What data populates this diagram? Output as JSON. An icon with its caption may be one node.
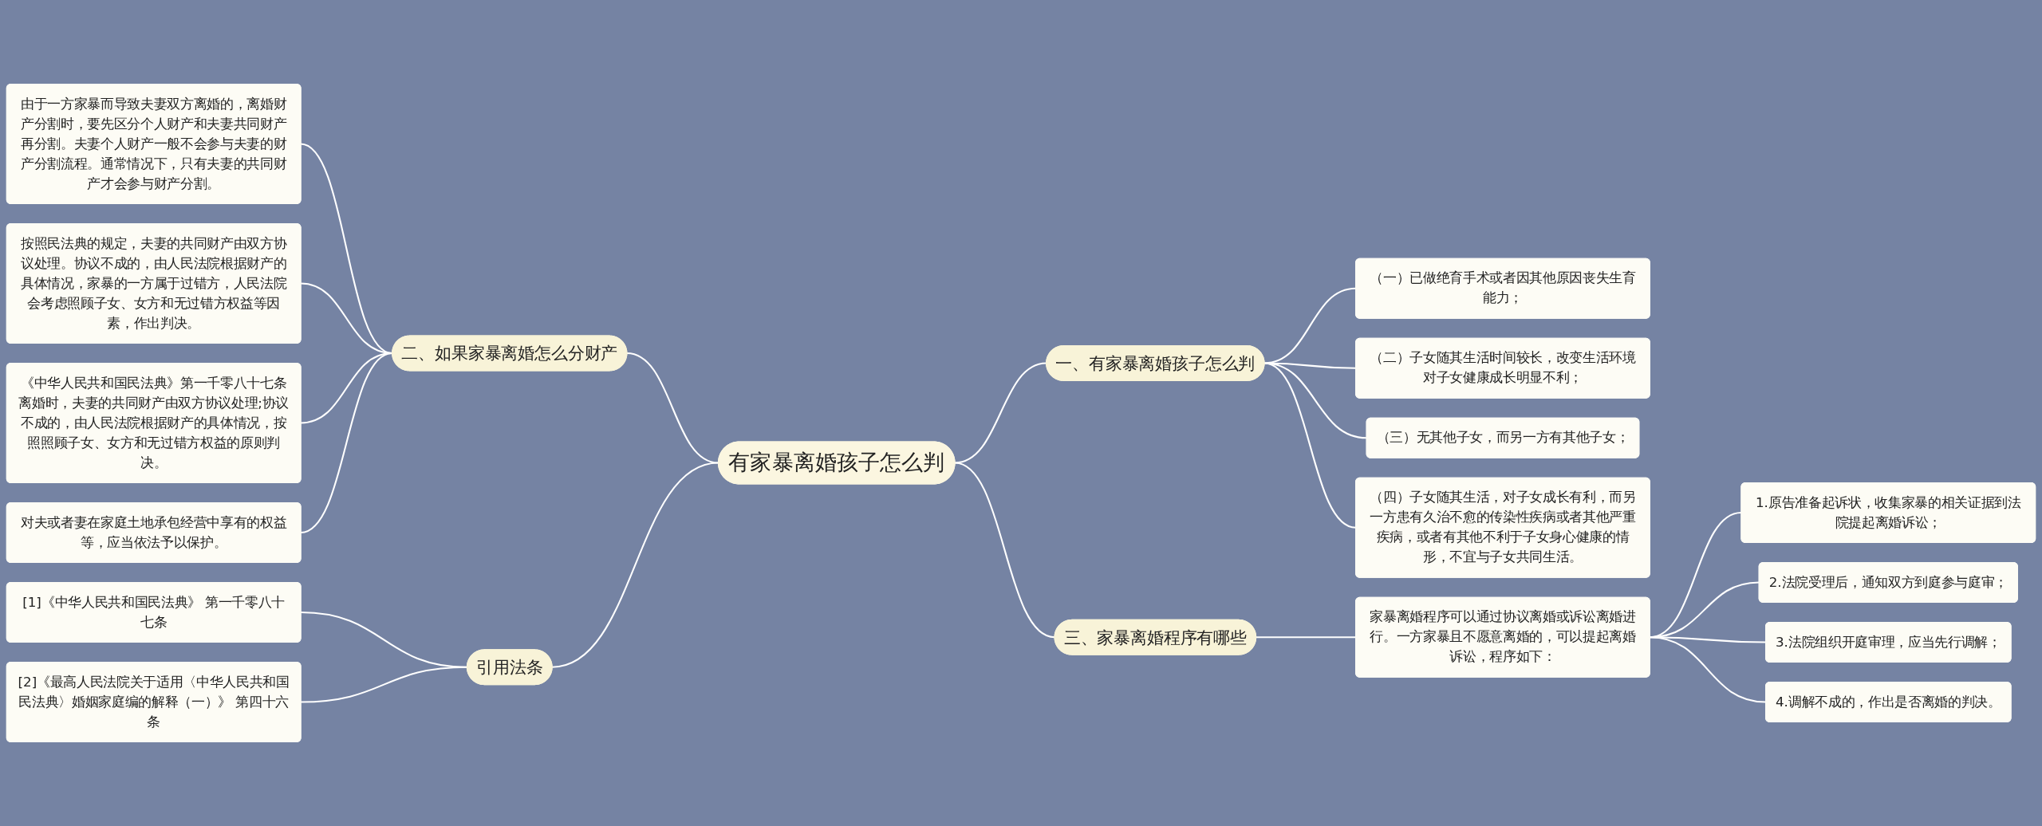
{
  "diagram": {
    "nodes": [
      {
        "text": [
          "有家暴离婚孩子怎么判"
        ]
      },
      {
        "text": [
          "一、有家暴离婚孩子怎么判"
        ]
      },
      {
        "text": [
          "（一）已做绝育手术或者因其他原因丧失生育能力；"
        ]
      },
      {
        "text": [
          "（二）子女随其生活时间较长，改变生活环境对子女健康成长明显不利；"
        ]
      },
      {
        "text": [
          "（三）无其他子女，而另一方有其他子女；"
        ]
      },
      {
        "text": [
          "（四）子女随其生活，对子女成长有利，而另一方患有久治不愈的传染性疾病或者其他严重疾病，或者有其他不利于子女身心健康的情形，不宜与子女共同生活。"
        ]
      },
      {
        "text": [
          "三、家暴离婚程序有哪些"
        ]
      },
      {
        "text": [
          "家暴离婚程序可以通过协议离婚或诉讼离婚进行。一方家暴且不愿意离婚的，可以提起离婚诉讼，程序如下："
        ]
      },
      {
        "text": [
          "1.原告准备起诉状，收集家暴的相关证据到法院提起离婚诉讼；"
        ]
      },
      {
        "text": [
          "2.法院受理后，通知双方到庭参与庭审；"
        ]
      },
      {
        "text": [
          "3.法院组织开庭审理，应当先行调解；"
        ]
      },
      {
        "text": [
          "4.调解不成的，作出是否离婚的判决。"
        ]
      },
      {
        "text": [
          "二、如果家暴离婚怎么分财产"
        ]
      },
      {
        "text": [
          "由于一方家暴而导致夫妻双方离婚的，离婚财产分割时，要先区分个人财产和夫妻共同财产再分割。夫妻个人财产一般不会参与夫妻的财产分割流程。通常情况下，只有夫妻的共同财产才会参与财产分割。"
        ]
      },
      {
        "text": [
          "按照民法典的规定，夫妻的共同财产由双方协议处理。协议不成的，由人民法院根据财产的具体情况，家暴的一方属于过错方，人民法院会考虑照顾子女、女方和无过错方权益等因素，作出判决。"
        ]
      },
      {
        "text": [
          "《中华人民共和国民法典》第一千零八十七条离婚时，夫妻的共同财产由双方协议处理;协议不成的，由人民法院根据财产的具体情况，按照照顾子女、女方和无过错方权益的原则判决。"
        ]
      },
      {
        "text": [
          "对夫或者妻在家庭土地承包经营中享有的权益等，应当依法予以保护。"
        ]
      },
      {
        "text": [
          "引用法条"
        ]
      },
      {
        "text": [
          "[1]《中华人民共和国民法典》 第一千零八十七条"
        ]
      },
      {
        "text": [
          "[2]《最高人民法院关于适用〈中华人民共和国民法典〉婚姻家庭编的解释（一）》 第四十六条"
        ]
      }
    ],
    "edges": [
      {
        "from": 0,
        "to": 1,
        "arrow": "none"
      },
      {
        "from": 1,
        "to": 2,
        "arrow": "none"
      },
      {
        "from": 1,
        "to": 3,
        "arrow": "none"
      },
      {
        "from": 1,
        "to": 4,
        "arrow": "none"
      },
      {
        "from": 1,
        "to": 5,
        "arrow": "none"
      },
      {
        "from": 0,
        "to": 6,
        "arrow": "none"
      },
      {
        "from": 6,
        "to": 7,
        "arrow": "none"
      },
      {
        "from": 7,
        "to": 8,
        "arrow": "none"
      },
      {
        "from": 7,
        "to": 9,
        "arrow": "none"
      },
      {
        "from": 7,
        "to": 10,
        "arrow": "none"
      },
      {
        "from": 7,
        "to": 11,
        "arrow": "none"
      },
      {
        "from": 12,
        "to": 0,
        "arrow": "none"
      },
      {
        "from": 13,
        "to": 12,
        "arrow": "none"
      },
      {
        "from": 14,
        "to": 12,
        "arrow": "none"
      },
      {
        "from": 15,
        "to": 12,
        "arrow": "none"
      },
      {
        "from": 16,
        "to": 12,
        "arrow": "none"
      },
      {
        "from": 17,
        "to": 0,
        "arrow": "none"
      },
      {
        "from": 18,
        "to": 17,
        "arrow": "none"
      },
      {
        "from": 19,
        "to": 17,
        "arrow": "none"
      }
    ]
  }
}
